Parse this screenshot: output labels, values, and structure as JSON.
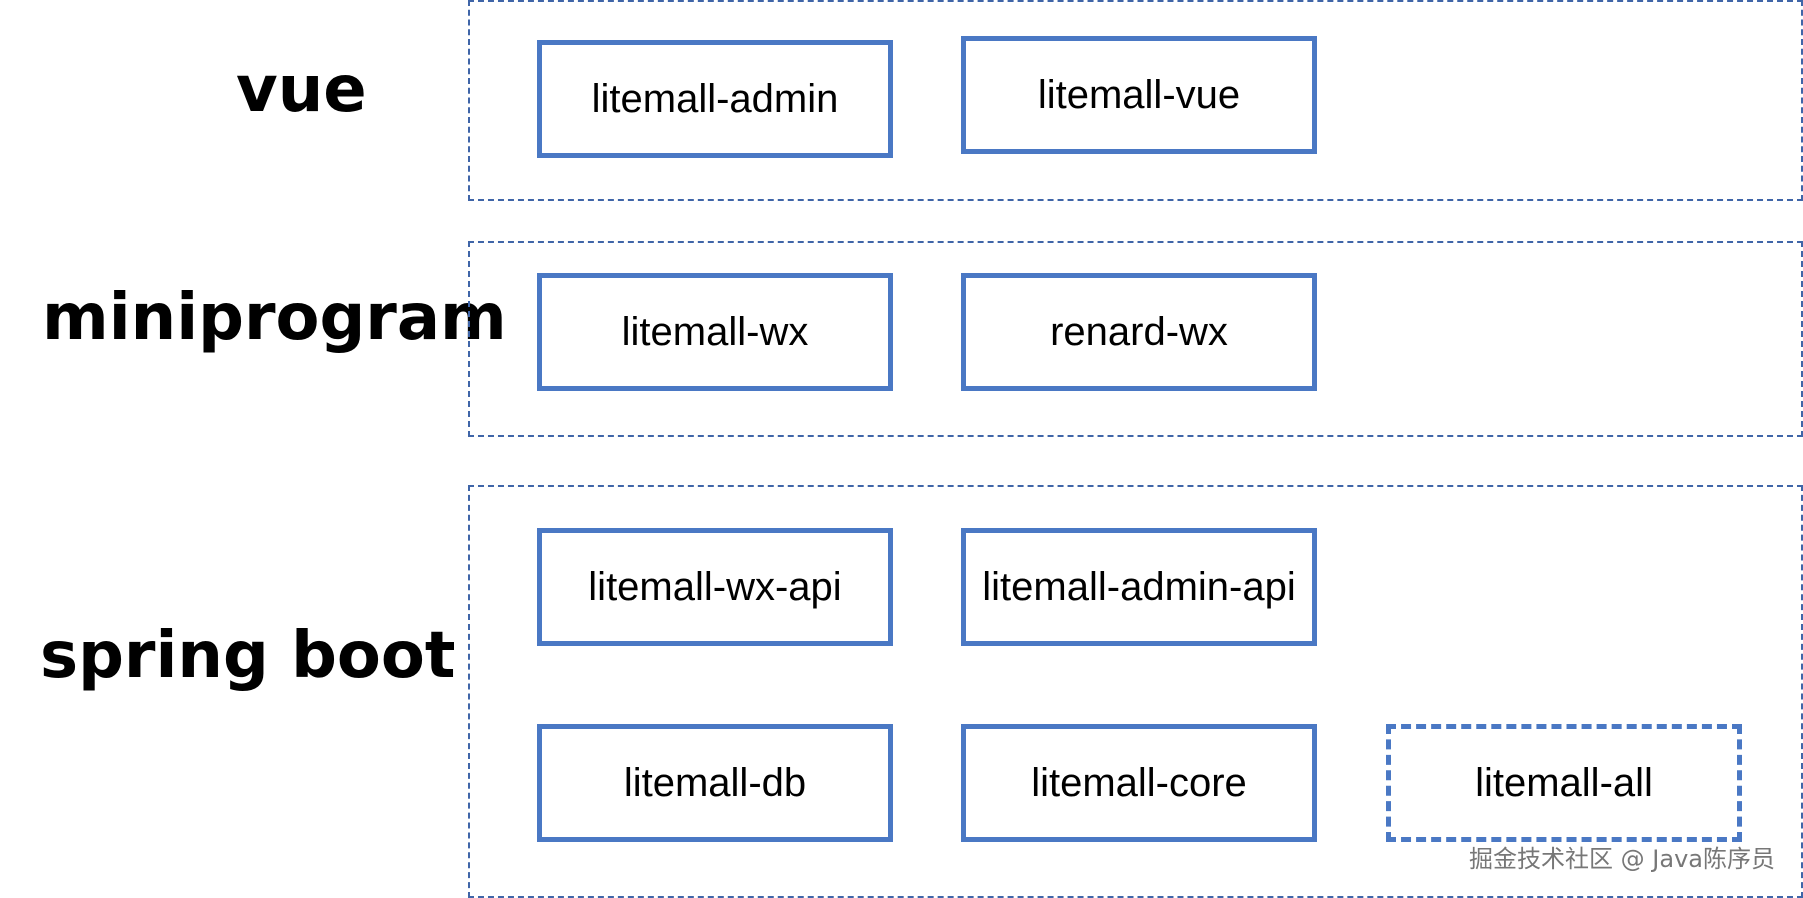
{
  "layers": [
    {
      "label": "vue",
      "modules": [
        "litemall-admin",
        "litemall-vue"
      ]
    },
    {
      "label": "miniprogram",
      "modules": [
        "litemall-wx",
        "renard-wx"
      ]
    },
    {
      "label": "spring boot",
      "modules": [
        "litemall-wx-api",
        "litemall-admin-api",
        "litemall-db",
        "litemall-core",
        "litemall-all"
      ]
    }
  ],
  "watermark": "掘金技术社区 @ Java陈序员",
  "colors": {
    "module_border": "#4a78c4",
    "frame_border": "#3f65a8"
  }
}
